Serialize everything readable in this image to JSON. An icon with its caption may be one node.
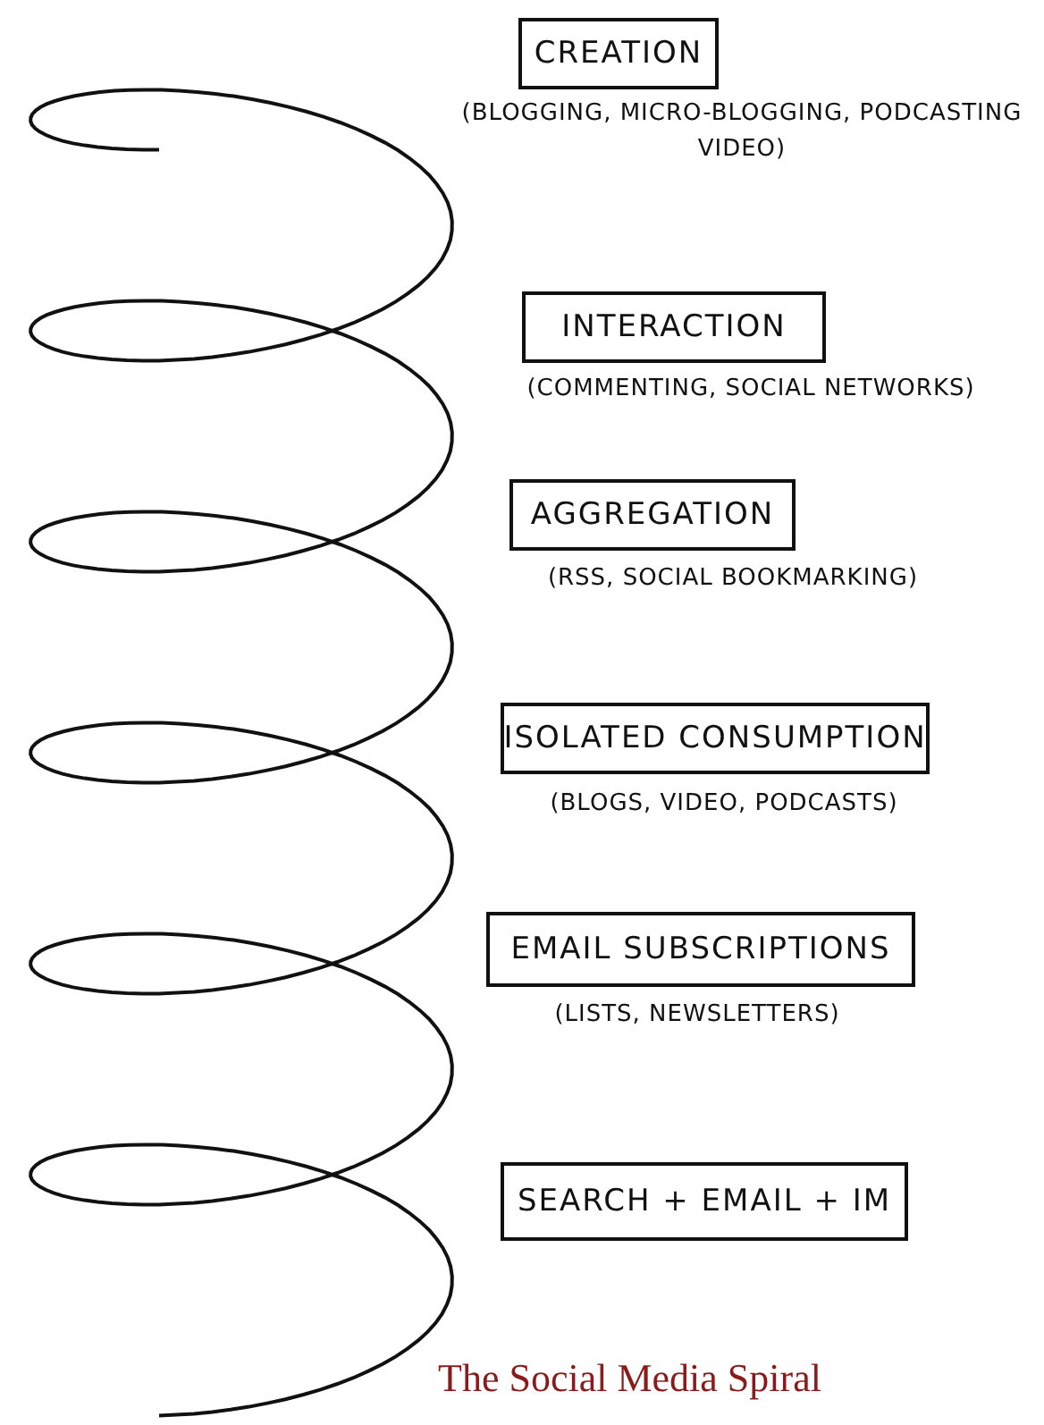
{
  "diagram": {
    "caption": "The Social Media Spiral",
    "nodes": [
      {
        "text": [
          "CREATION"
        ],
        "beside": [
          "(BLOGGING, MICRO-BLOGGING, PODCASTING VIDEO)"
        ]
      },
      {
        "text": [
          "INTERACTION"
        ],
        "beside": [
          "(COMMENTING, SOCIAL NETWORKS)"
        ]
      },
      {
        "text": [
          "AGGREGATION"
        ],
        "beside": [
          "(RSS, SOCIAL BOOKMARKING)"
        ]
      },
      {
        "text": [
          "ISOLATED CONSUMPTION"
        ],
        "beside": [
          "(BLOGS, VIDEO, PODCASTS)"
        ]
      },
      {
        "text": [
          "EMAIL SUBSCRIPTIONS"
        ],
        "beside": [
          "(LISTS, NEWSLETTERS)"
        ]
      },
      {
        "text": [
          "SEARCH + EMAIL + IM"
        ]
      }
    ],
    "edges": []
  }
}
